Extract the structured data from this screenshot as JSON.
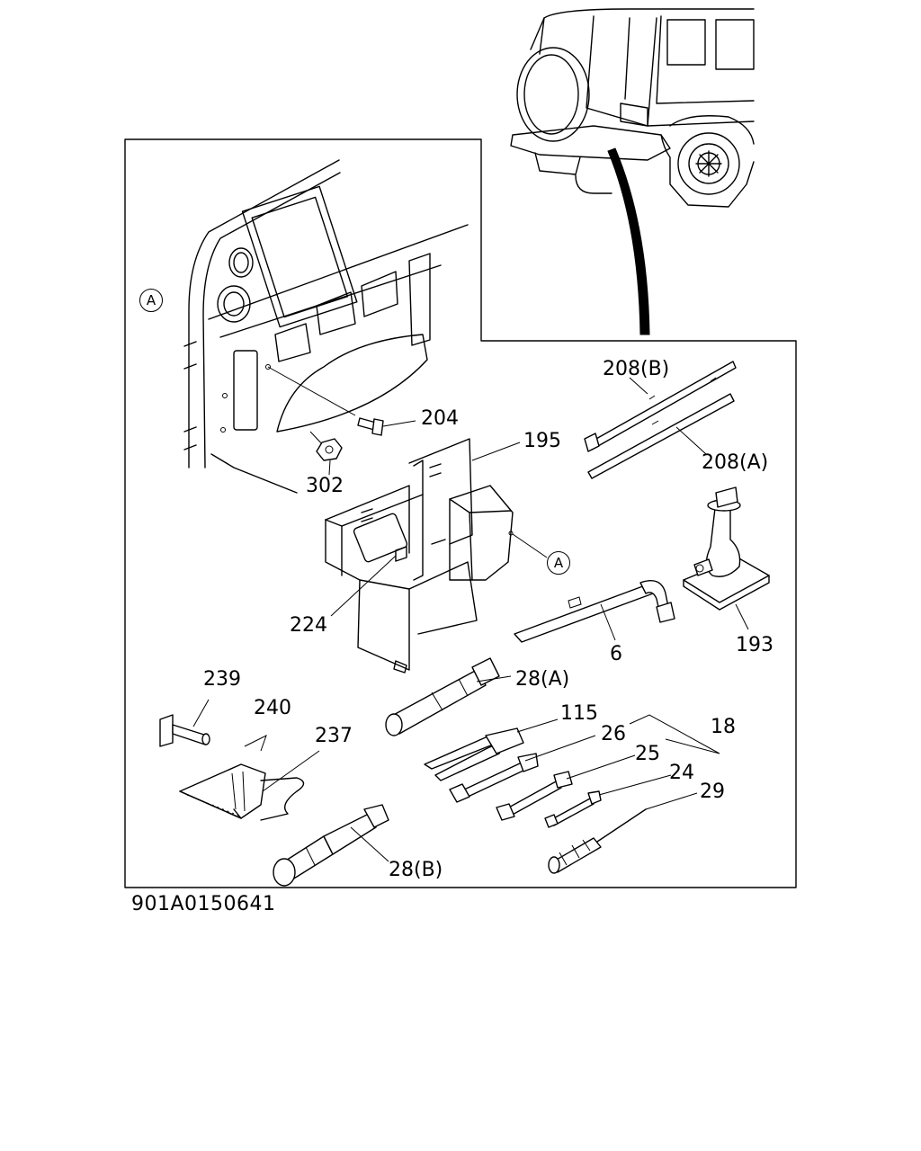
{
  "reference_code": "901A0150641",
  "callout_marks": {
    "a1": "A",
    "a2": "A"
  },
  "parts": [
    {
      "id": "p204",
      "label": "204"
    },
    {
      "id": "p302",
      "label": "302"
    },
    {
      "id": "p195",
      "label": "195"
    },
    {
      "id": "p208b",
      "label": "208(B)"
    },
    {
      "id": "p208a",
      "label": "208(A)"
    },
    {
      "id": "p224",
      "label": "224"
    },
    {
      "id": "p193",
      "label": "193"
    },
    {
      "id": "p6",
      "label": "6"
    },
    {
      "id": "p28a",
      "label": "28(A)"
    },
    {
      "id": "p239",
      "label": "239"
    },
    {
      "id": "p240",
      "label": "240"
    },
    {
      "id": "p237",
      "label": "237"
    },
    {
      "id": "p115",
      "label": "115"
    },
    {
      "id": "p18",
      "label": "18"
    },
    {
      "id": "p26",
      "label": "26"
    },
    {
      "id": "p25",
      "label": "25"
    },
    {
      "id": "p24",
      "label": "24"
    },
    {
      "id": "p29",
      "label": "29"
    },
    {
      "id": "p28b",
      "label": "28(B)"
    }
  ]
}
